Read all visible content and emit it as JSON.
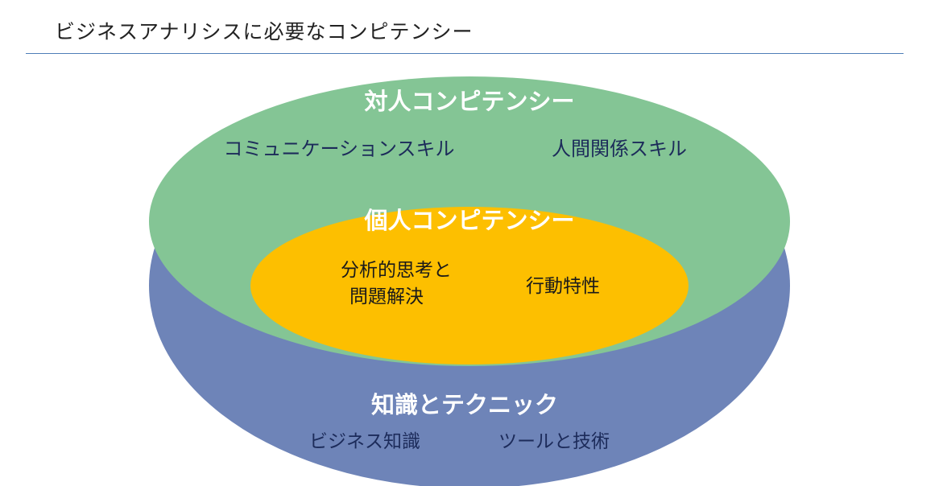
{
  "header": {
    "title": "ビジネスアナリシスに必要なコンピテンシー"
  },
  "diagram": {
    "outer": {
      "title": "知識とテクニック",
      "items": [
        "ビジネス知識",
        "ツールと技術"
      ],
      "color": "#6e84b8"
    },
    "middle": {
      "title": "対人コンピテンシー",
      "items": [
        "コミュニケーションスキル",
        "人間関係スキル"
      ],
      "color": "#84c595"
    },
    "inner": {
      "title": "個人コンピテンシー",
      "items": [
        "分析的思考と",
        "問題解決",
        "行動特性"
      ],
      "color": "#fdbf00"
    },
    "text_colors": {
      "title": "#ffffff",
      "item": "#1c2b5a"
    },
    "rule_color": "#4f7db8"
  }
}
